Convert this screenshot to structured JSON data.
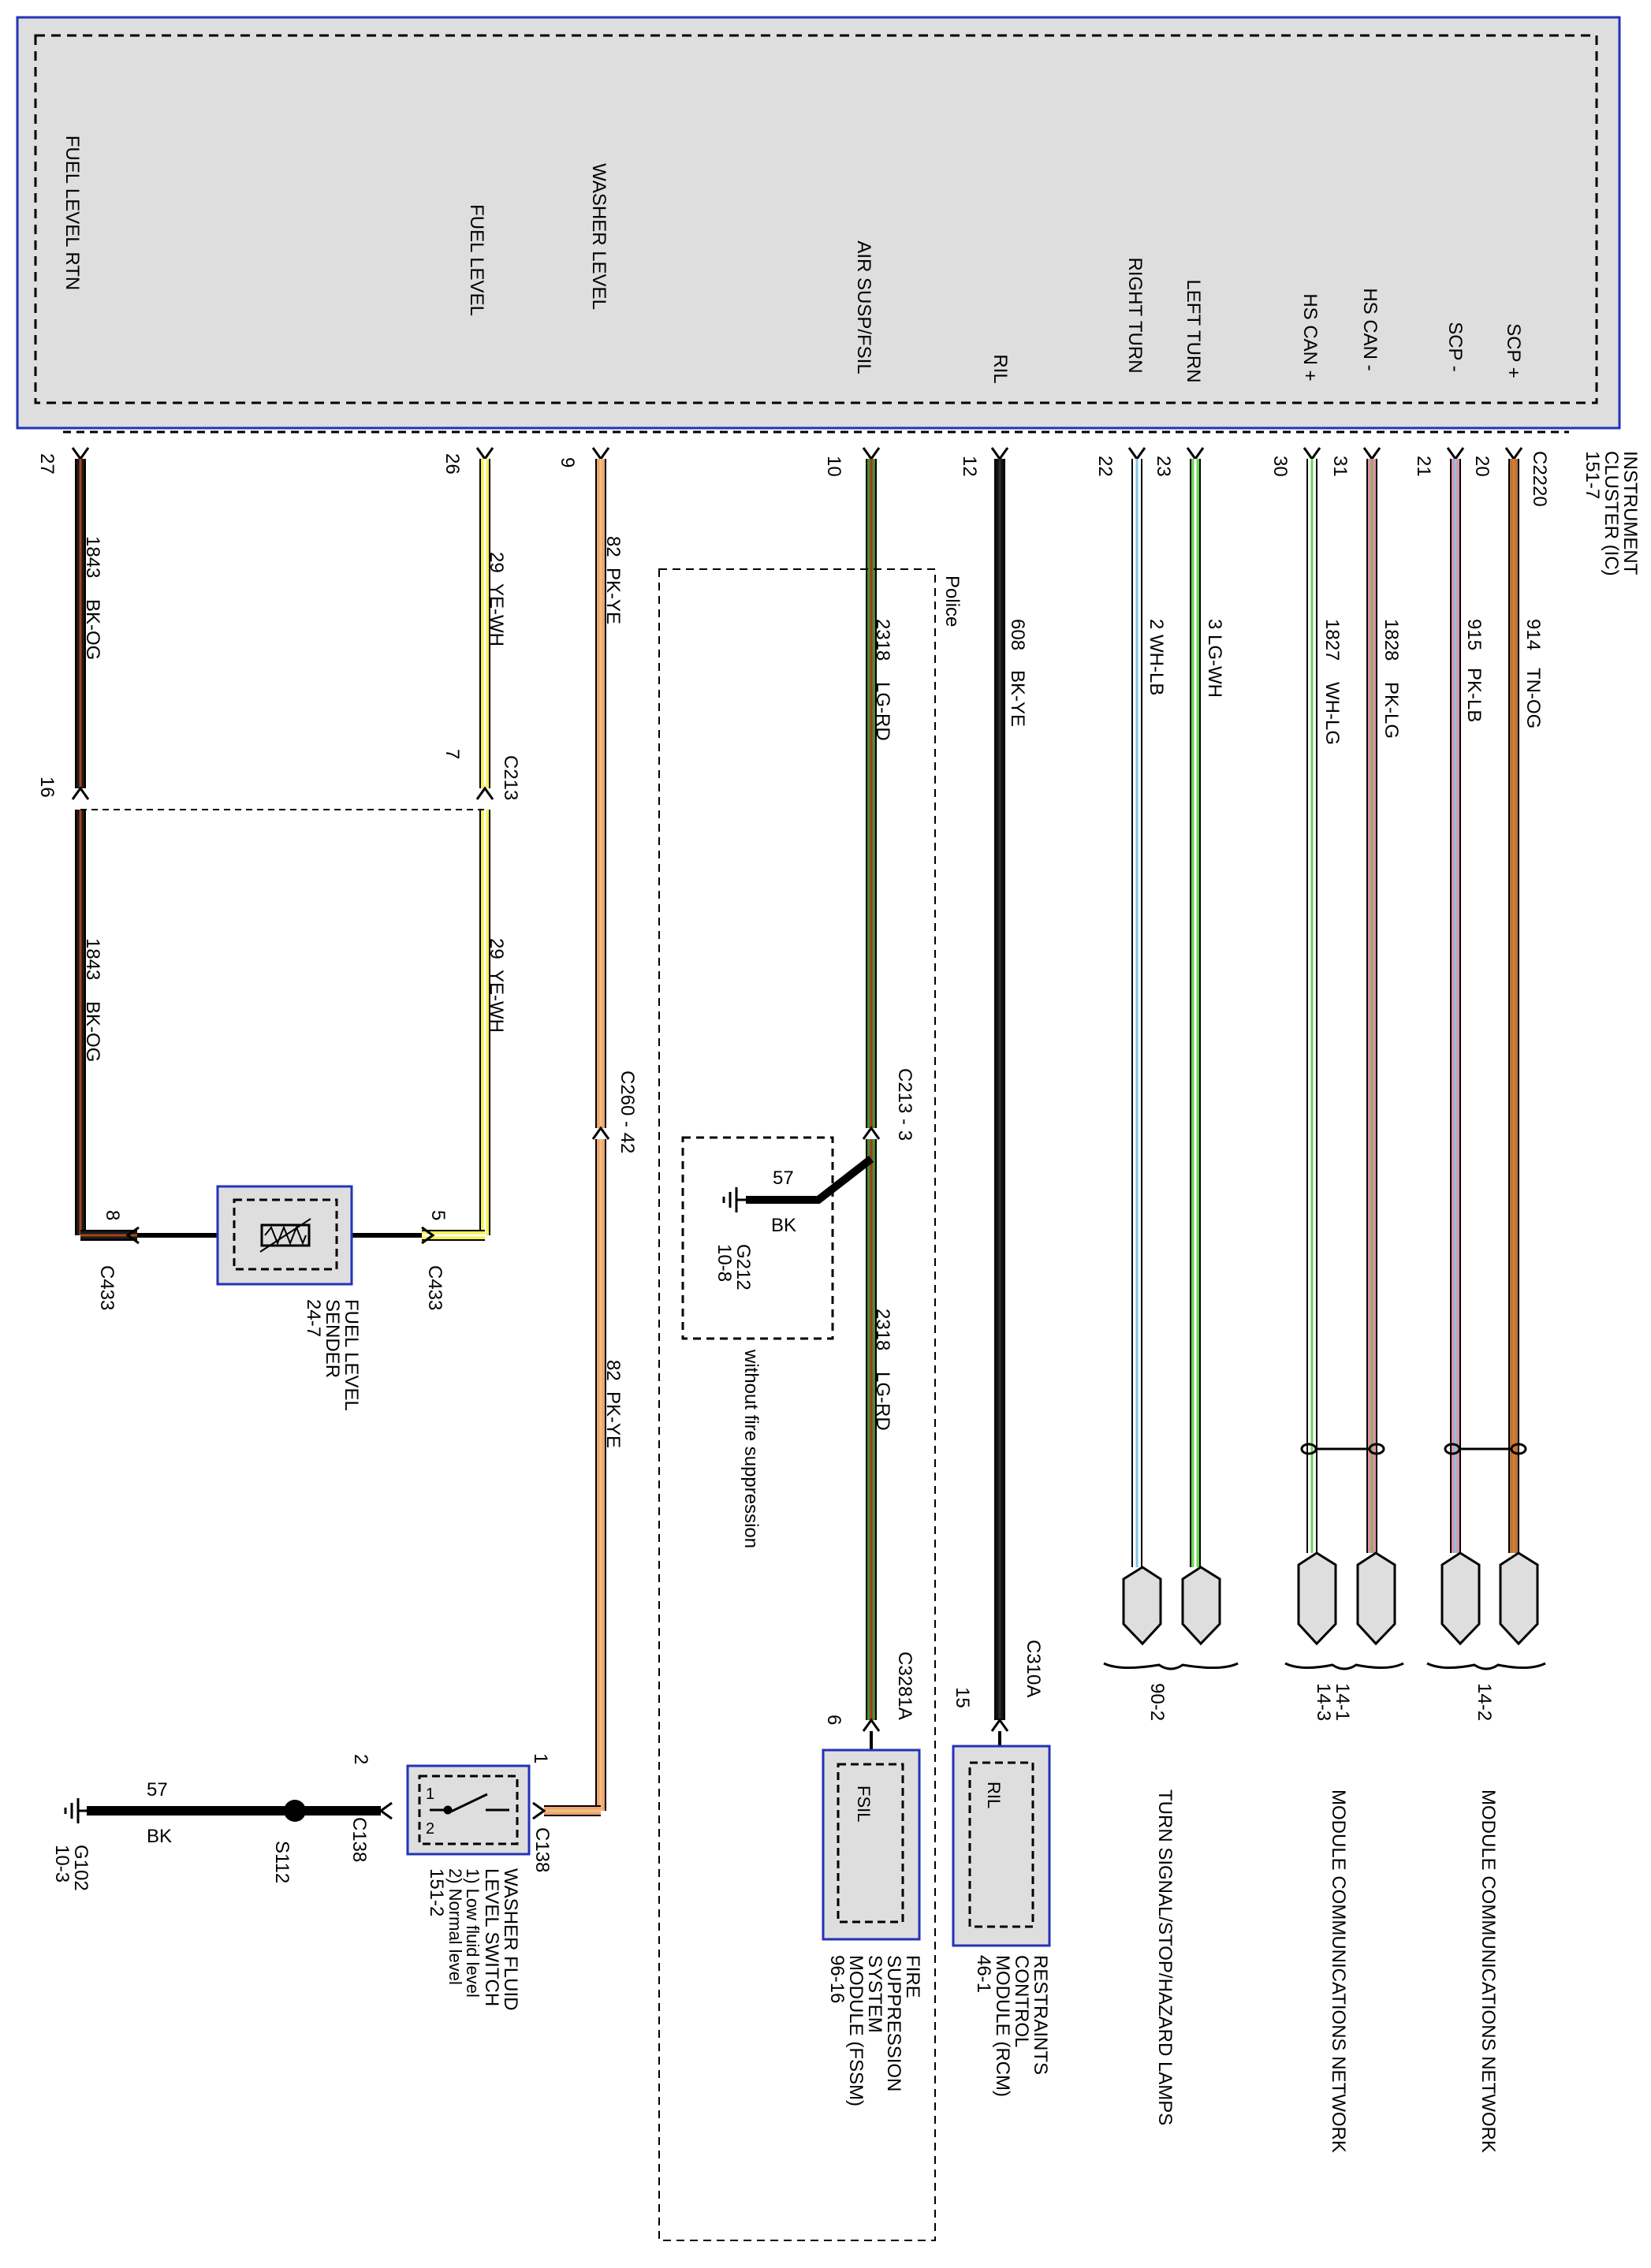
{
  "cluster": {
    "name_lines": [
      "INSTRUMENT",
      "CLUSTER (IC)",
      "151-7"
    ],
    "connector": "C2220",
    "pins": [
      {
        "key": "fuel_rtn",
        "label": "FUEL LEVEL RTN",
        "pin": "27"
      },
      {
        "key": "fuel_lvl",
        "label": "FUEL LEVEL",
        "pin": "26"
      },
      {
        "key": "washer",
        "label": "WASHER LEVEL",
        "pin": "9"
      },
      {
        "key": "air",
        "label": "AIR SUSP/FSIL",
        "pin": "10"
      },
      {
        "key": "ril",
        "label": "RIL",
        "pin": "12"
      },
      {
        "key": "rturn",
        "label": "RIGHT TURN",
        "pin": "22"
      },
      {
        "key": "lturn",
        "label": "LEFT TURN",
        "pin": "23"
      },
      {
        "key": "hscanp",
        "label": "HS CAN +",
        "pin": "30"
      },
      {
        "key": "hscanm",
        "label": "HS CAN -",
        "pin": "31"
      },
      {
        "key": "scpm",
        "label": "SCP -",
        "pin": "21"
      },
      {
        "key": "scpp",
        "label": "SCP +",
        "pin": "20"
      }
    ]
  },
  "wires": [
    {
      "key": "fuel_rtn",
      "circuit": "1843",
      "color": "BK-OG"
    },
    {
      "key": "fuel_lvl",
      "circuit": "29",
      "color": "YE-WH"
    },
    {
      "key": "washer",
      "circuit": "82",
      "color": "PK-YE"
    },
    {
      "key": "air",
      "circuit": "2318",
      "color": "LG-RD"
    },
    {
      "key": "ril",
      "circuit": "608",
      "color": "BK-YE"
    },
    {
      "key": "rturn",
      "circuit": "2",
      "color": "WH-LB"
    },
    {
      "key": "lturn",
      "circuit": "3",
      "color": "LG-WH"
    },
    {
      "key": "hscanp",
      "circuit": "1827",
      "color": "WH-LG"
    },
    {
      "key": "hscanm",
      "circuit": "1828",
      "color": "PK-LG"
    },
    {
      "key": "scpm",
      "circuit": "915",
      "color": "PK-LB"
    },
    {
      "key": "scpp",
      "circuit": "914",
      "color": "TN-OG"
    }
  ],
  "wire_colors": {
    "fuel_rtn": [
      "#1a1a1a",
      "#a8441c"
    ],
    "fuel_lvl": [
      "#f6f052",
      "#ffffff"
    ],
    "washer": [
      "#f2a07c",
      "#e8c86a"
    ],
    "air": [
      "#4a8f2a",
      "#b0302a"
    ],
    "ril": [
      "#111111",
      "#2e2e2e"
    ],
    "rturn": [
      "#ffffff",
      "#7ec7ea"
    ],
    "lturn": [
      "#6ed45a",
      "#ffffff"
    ],
    "hscanp": [
      "#ffffff",
      "#6ed45a"
    ],
    "hscanm": [
      "#e48fa6",
      "#8ab060"
    ],
    "scpm": [
      "#e48fa6",
      "#7ec7ea"
    ],
    "scpp": [
      "#b9763a",
      "#e07a2a"
    ]
  },
  "connector_c213": {
    "name": "C213",
    "pin_fuel_rtn": "16",
    "pin_fuel_lvl": "7"
  },
  "connector_c2133": "C213 - 3",
  "connector_c260": "C260 - 42",
  "fuel_sender": {
    "lines": [
      "FUEL LEVEL",
      "SENDER",
      "24-7"
    ],
    "connector": "C433",
    "pin_left": "8",
    "pin_right": "5"
  },
  "police_label": "Police",
  "ground_g212": {
    "circuit": "57",
    "color": "BK",
    "name": "G212",
    "ref": "10-8"
  },
  "without_fire": "without fire suppression",
  "fssm": {
    "connector": "C3281A",
    "pin": "6",
    "inner": "FSIL",
    "lines": [
      "FIRE",
      "SUPPRESSION",
      "SYSTEM",
      "MODULE (FSSM)",
      "96-16"
    ]
  },
  "rcm": {
    "connector": "C310A",
    "pin": "15",
    "inner": "RIL",
    "lines": [
      "RESTRAINTS",
      "CONTROL",
      "MODULE (RCM)",
      "46-1"
    ]
  },
  "washer_switch": {
    "lines": [
      "WASHER FLUID",
      "LEVEL SWITCH",
      "1) Low fluid level",
      "2) Normal level",
      "151-2"
    ],
    "pin_in": "1",
    "pin_out": "2",
    "connector": "C138",
    "sw_pos1": "1",
    "sw_pos2": "2"
  },
  "ground_g102": {
    "circuit": "57",
    "color": "BK",
    "splice": "S112",
    "name": "G102",
    "ref": "10-3"
  },
  "destinations": {
    "turn": {
      "ref": "90-2",
      "label": "TURN SIGNAL/STOP/HAZARD LAMPS"
    },
    "hscan": {
      "ref1": "14-1",
      "ref2": "14-3",
      "label": "MODULE COMMUNICATIONS NETWORK"
    },
    "scp": {
      "ref": "14-2",
      "label": "MODULE COMMUNICATIONS NETWORK"
    }
  },
  "palette": {
    "module_border": "#2333b8",
    "module_fill": "#dedede"
  }
}
